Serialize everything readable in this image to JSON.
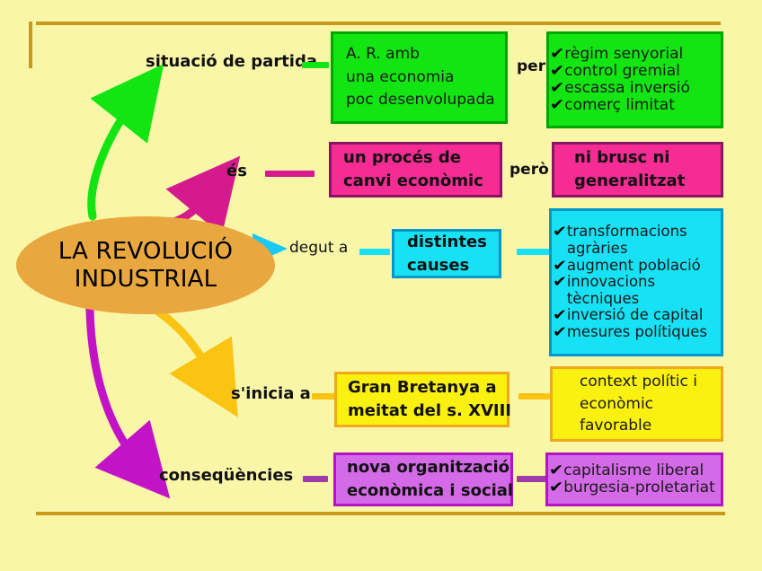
{
  "center": {
    "line1": "LA REVOLUCIÓ",
    "line2": "INDUSTRIAL",
    "fill": "#E9A83F"
  },
  "branches": [
    {
      "id": "situacio",
      "label": "situació de partida",
      "color": "#12E512",
      "arrow_color": "#12E512",
      "box": {
        "lines": [
          "A. R. amb",
          "una economia",
          "poc desenvolupada"
        ],
        "bold": false
      },
      "connector_word": "per",
      "detail": {
        "items": [
          "règim senyorial",
          "control gremial",
          "escassa inversió",
          "comerç limitat"
        ],
        "checks": [
          true,
          true,
          true,
          true
        ]
      }
    },
    {
      "id": "es",
      "label": "és",
      "color": "#F42C93",
      "arrow_color": "#D41A8C",
      "box": {
        "lines": [
          "un procés de",
          "canvi econòmic"
        ],
        "bold": true
      },
      "connector_word": "però",
      "detail": {
        "items": [
          "ni brusc ni",
          "generalitzat"
        ],
        "checks": [
          false,
          false
        ],
        "bold": true
      }
    },
    {
      "id": "degut",
      "label": "degut a",
      "color": "#17E2F5",
      "arrow_color": "#17C9F5",
      "box": {
        "lines": [
          "distintes",
          "causes"
        ],
        "bold": true
      },
      "connector_word": "",
      "detail": {
        "items": [
          "transformacions",
          "agràries",
          "augment població",
          "innovacions",
          "tècniques",
          "inversió de capital",
          "mesures polítiques"
        ],
        "checks": [
          true,
          false,
          true,
          true,
          false,
          true,
          true
        ]
      }
    },
    {
      "id": "sinicia",
      "label": "s'inicia a",
      "color": "#FBF110",
      "arrow_color": "#FBC312",
      "box": {
        "lines": [
          "Gran Bretanya a",
          "meitat del s. XVIII"
        ],
        "bold": true
      },
      "connector_word": "",
      "detail": {
        "items": [
          "context polític i",
          "econòmic",
          "favorable"
        ],
        "checks": [
          false,
          false,
          false
        ]
      }
    },
    {
      "id": "consequencies",
      "label": "conseqüències",
      "color": "#D46AE8",
      "arrow_color": "#C313C6",
      "box": {
        "lines": [
          "nova organització",
          "econòmica i social"
        ],
        "bold": true
      },
      "connector_word": "",
      "detail": {
        "items": [
          "capitalisme liberal",
          "burgesia-proletariat"
        ],
        "checks": [
          true,
          true
        ]
      }
    }
  ],
  "check_glyph": "✔",
  "frame_color": "#C9991B",
  "background": "#FAF6A8"
}
